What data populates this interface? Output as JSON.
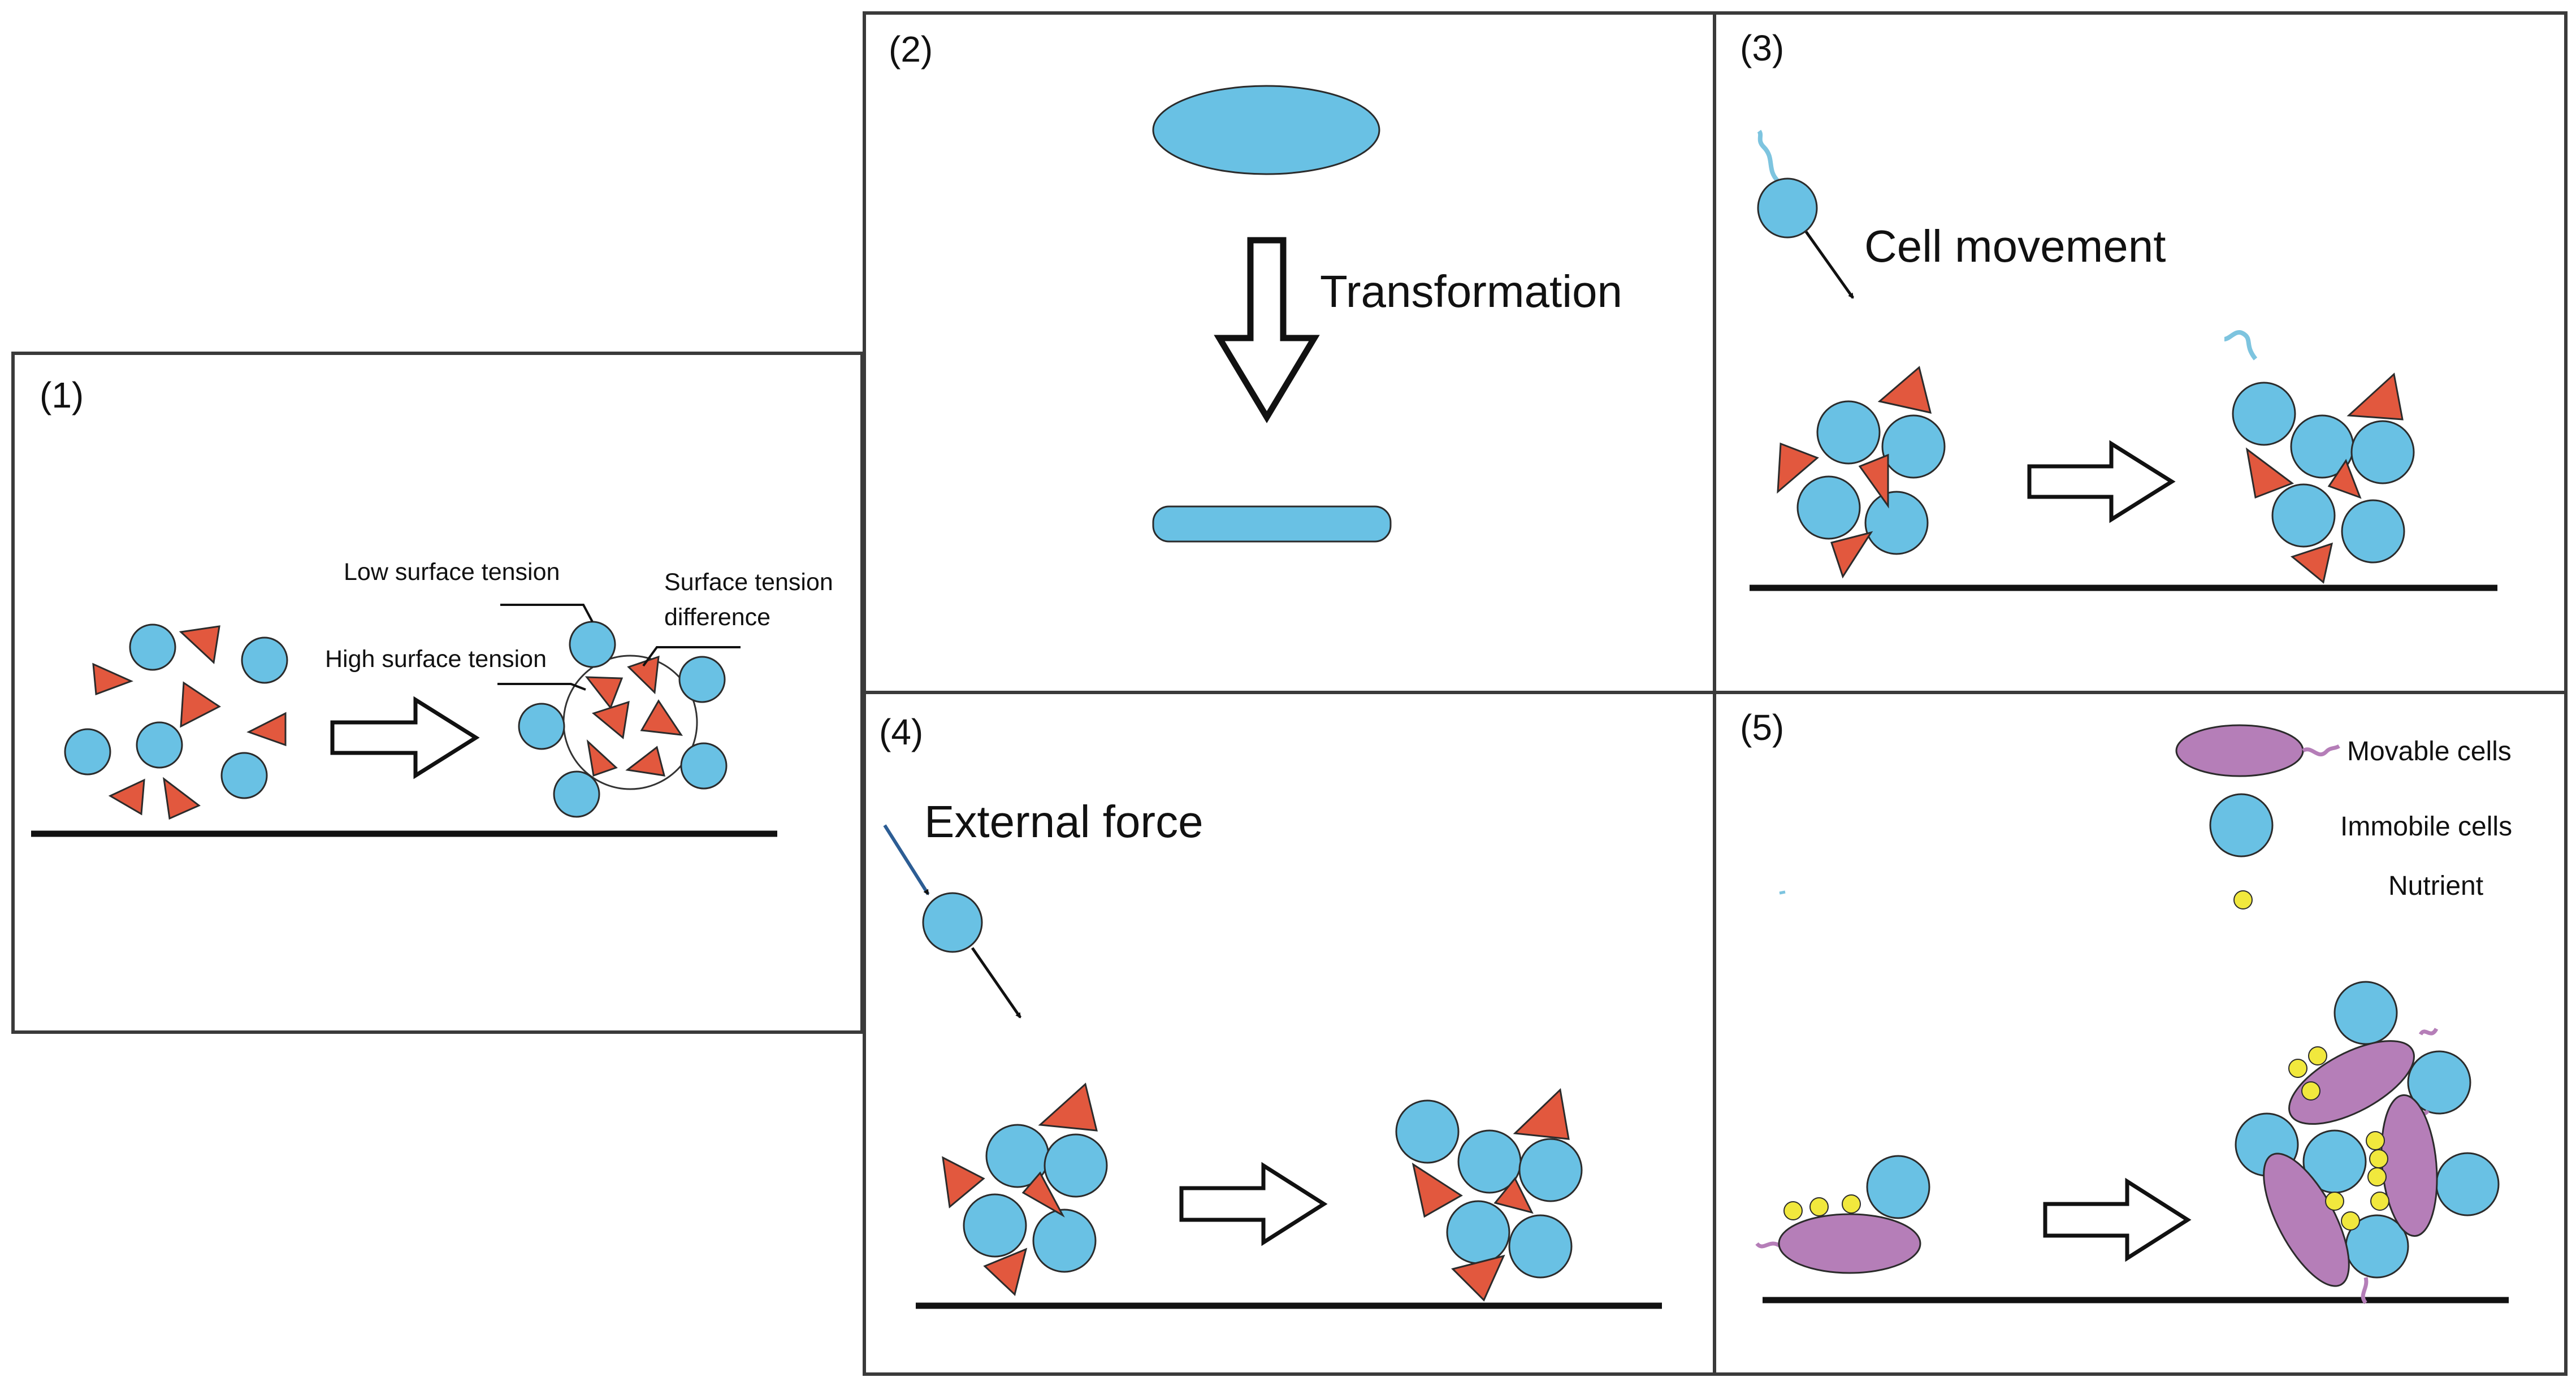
{
  "panels": {
    "p1": {
      "label": "(1)",
      "low_tension": "Low surface tension",
      "high_tension": "High surface tension",
      "diff_line1": "Surface tension",
      "diff_line2": "difference"
    },
    "p2": {
      "label": "(2)",
      "caption": "Transformation"
    },
    "p3": {
      "label": "(3)",
      "caption": "Cell movement"
    },
    "p4": {
      "label": "(4)",
      "caption": "External force"
    },
    "p5": {
      "label": "(5)",
      "legend": {
        "movable": "Movable cells",
        "immobile": "Immobile cells",
        "nutrient": "Nutrient"
      }
    }
  },
  "colors": {
    "cell": "#69c1e4",
    "particle": "#e2583e",
    "movable_cell": "#b57eb8",
    "nutrient": "#f1e83d",
    "flagellum": "#7dc4df",
    "force_arrow": "#2c5d94",
    "outline": "#2b2b2b"
  }
}
